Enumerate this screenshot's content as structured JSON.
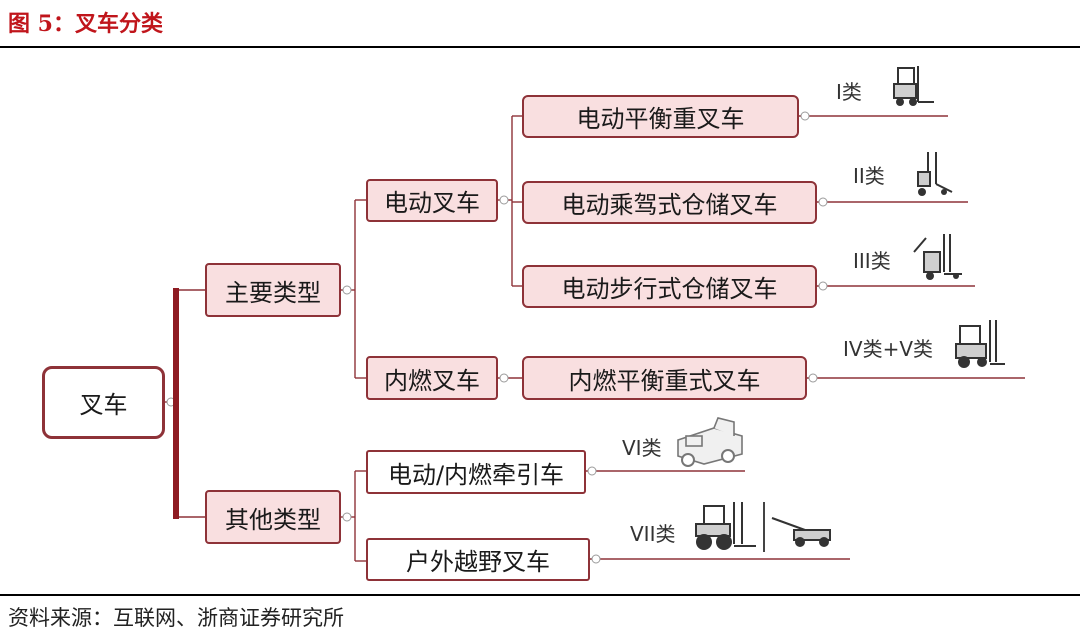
{
  "figure_title": "图 5：叉车分类",
  "source": "资料来源：互联网、浙商证券研究所",
  "tree": {
    "root": "叉车",
    "main_types": "主要类型",
    "other_types": "其他类型",
    "electric_forklift": "电动叉车",
    "ic_forklift": "内燃叉车",
    "electric_counterbalance": "电动平衡重叉车",
    "electric_rider_warehouse": "电动乘驾式仓储叉车",
    "electric_walkie_warehouse": "电动步行式仓储叉车",
    "ic_counterbalance": "内燃平衡重式叉车",
    "tow_tractor": "电动/内燃牵引车",
    "rough_terrain": "户外越野叉车"
  },
  "classes": {
    "class_1": "I类",
    "class_2": "II类",
    "class_3": "III类",
    "class_4_5": "IV类+V类",
    "class_6": "VI类",
    "class_7": "VII类"
  },
  "icons": [
    "counterbalance-forklift-icon",
    "reach-truck-icon",
    "pallet-stacker-icon",
    "ic-forklift-icon",
    "tow-tractor-icon",
    "rough-terrain-forklift-icon",
    "telehandler-icon"
  ],
  "colors": {
    "title": "#c0151b",
    "node_border": "#8e3238",
    "node_fill": "#f9dfe0",
    "trunk": "#8e1b22"
  }
}
